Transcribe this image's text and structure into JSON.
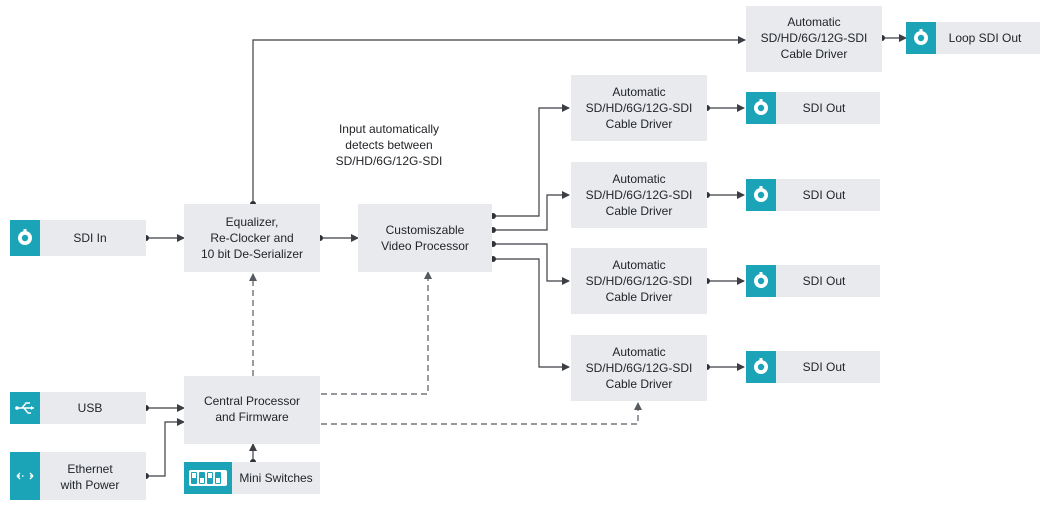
{
  "blocks": {
    "sdi_in": "SDI In",
    "usb": "USB",
    "ethernet": [
      "Ethernet",
      "with Power"
    ],
    "mini_switches": "Mini Switches",
    "deserializer": [
      "Equalizer,",
      "Re-Clocker and",
      "10 bit De-Serializer"
    ],
    "central_processor": [
      "Central Processor",
      "and Firmware"
    ],
    "video_processor": [
      "Customiszable",
      "Video Processor"
    ],
    "cable_driver": [
      "Automatic",
      "SD/HD/6G/12G-SDI",
      "Cable Driver"
    ],
    "loop_out": "Loop SDI Out",
    "sdi_out": "SDI Out"
  },
  "note": [
    "Input automatically",
    "detects between",
    "SD/HD/6G/12G-SDI"
  ],
  "colors": {
    "accent": "#1ba3b8",
    "box": "#e8eaee",
    "line": "#3b3f44"
  },
  "icons": {
    "sdi": "bnc-connector-icon",
    "usb": "usb-icon",
    "ethernet": "ethernet-arrows-icon",
    "switches": "dip-switch-icon"
  }
}
